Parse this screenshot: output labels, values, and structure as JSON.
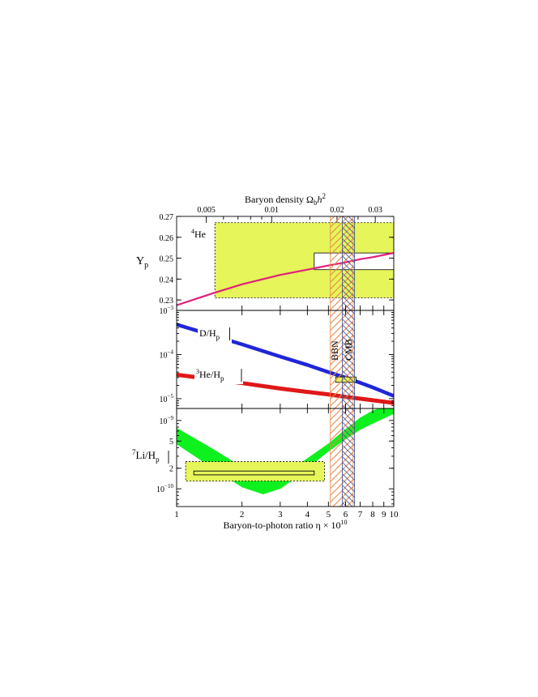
{
  "chart_data": {
    "type": "line",
    "x_axis": {
      "label_prefix": "Baryon-to-photon ratio η × 10",
      "label_exp": "10",
      "scale": "log",
      "range": [
        1,
        10
      ],
      "ticks": [
        {
          "v": 1,
          "label": "1"
        },
        {
          "v": 2,
          "label": "2"
        },
        {
          "v": 3,
          "label": "3"
        },
        {
          "v": 4,
          "label": "4"
        },
        {
          "v": 5,
          "label": "5"
        },
        {
          "v": 6,
          "label": "6"
        },
        {
          "v": 7,
          "label": "7"
        },
        {
          "v": 8,
          "label": "8"
        },
        {
          "v": 9,
          "label": "9"
        },
        {
          "v": 10,
          "label": "10"
        }
      ]
    },
    "top_axis": {
      "label_prefix": "Baryon density Ω",
      "label_sub": "b",
      "label_h": "h",
      "label_sup": "2",
      "ticks": [
        {
          "v": 0.005,
          "label": "0.005"
        },
        {
          "v": 0.01,
          "label": "0.01"
        },
        {
          "v": 0.02,
          "label": "0.02"
        },
        {
          "v": 0.03,
          "label": "0.03"
        }
      ],
      "minor": [
        0.006,
        0.007,
        0.008,
        0.009,
        0.015,
        0.025
      ]
    },
    "vertical_bands": [
      {
        "name": "BBN",
        "range": [
          5.1,
          6.5
        ],
        "color": "#e8884a"
      },
      {
        "name": "CMB",
        "range": [
          5.8,
          6.6
        ],
        "color": "#3a4b8f"
      }
    ],
    "panels": [
      {
        "id": "helium4",
        "ylabel": "Y",
        "ylabel_sub": "p",
        "scale": "linear",
        "ylim": [
          0.225,
          0.27
        ],
        "yticks": [
          {
            "v": 0.23,
            "label": "0.23"
          },
          {
            "v": 0.24,
            "label": "0.24"
          },
          {
            "v": 0.25,
            "label": "0.25"
          },
          {
            "v": 0.26,
            "label": "0.26"
          },
          {
            "v": 0.27,
            "label": "0.27"
          }
        ],
        "ytick_step": 0.01,
        "label_mass": "4",
        "label_elem": "He",
        "observation_box": {
          "x": [
            1.5,
            10
          ],
          "y": [
            0.231,
            0.267
          ],
          "color": "#e6f55a"
        },
        "observation_inner_box": {
          "x": [
            4.3,
            10
          ],
          "y": [
            0.2445,
            0.2525
          ]
        },
        "series": [
          {
            "color": "#e0207a",
            "x": [
              1,
              1.5,
              2,
              3,
              4,
              5,
              6,
              7,
              8,
              10
            ],
            "y": [
              0.2275,
              0.2335,
              0.2375,
              0.242,
              0.2445,
              0.2465,
              0.248,
              0.2495,
              0.2505,
              0.2525
            ]
          }
        ]
      },
      {
        "id": "deuterium-helium3",
        "scale": "log",
        "ylim": [
          6e-06,
          0.001
        ],
        "yticks": [
          {
            "v": 0.001,
            "base": "10",
            "exp": "−3"
          },
          {
            "v": 0.0001,
            "base": "10",
            "exp": "−4"
          },
          {
            "v": 1e-05,
            "base": "10",
            "exp": "−5"
          }
        ],
        "series": [
          {
            "name_main": "D/H",
            "name_sub": "p",
            "color": "#1f26d8",
            "x": [
              1,
              2,
              3,
              4,
              5,
              6,
              7,
              8,
              10
            ],
            "y": [
              0.00048,
              0.00017,
              9e-05,
              5.8e-05,
              4e-05,
              3e-05,
              2.3e-05,
              1.8e-05,
              1.15e-05
            ]
          },
          {
            "name_mass": "3",
            "name_main": "He/H",
            "name_sub": "p",
            "color": "#e01818",
            "x": [
              1,
              2,
              3,
              4,
              5,
              6,
              7,
              8,
              10
            ],
            "y": [
              3.5e-05,
              2.25e-05,
              1.7e-05,
              1.42e-05,
              1.25e-05,
              1.1e-05,
              1e-05,
              9.2e-06,
              8e-06
            ]
          }
        ],
        "observation_box": {
          "x": [
            5.4,
            6.7
          ],
          "y": [
            2.35e-05,
            3.1e-05
          ],
          "color": "#e6f55a"
        }
      },
      {
        "id": "lithium7",
        "ylabel_mass": "7",
        "ylabel_main": "Li/H",
        "ylabel_sub": "p",
        "scale": "log",
        "ylim": [
          5.5e-11,
          1.5e-09
        ],
        "yticks": [
          {
            "v": 1e-09,
            "base": "10",
            "exp": "−9"
          },
          {
            "v": 5e-10,
            "label": "5"
          },
          {
            "v": 2e-10,
            "label": "2"
          },
          {
            "v": 1e-10,
            "base": "10",
            "exp": "−10"
          }
        ],
        "band": {
          "color": "#0ff01f",
          "x": [
            1,
            1.5,
            2,
            2.5,
            3,
            3.5,
            4,
            5,
            6,
            7,
            8,
            10
          ],
          "y_low": [
            4.5e-10,
            1.9e-10,
            1.05e-10,
            8.3e-11,
            1e-10,
            1.4e-10,
            2e-10,
            3.5e-10,
            5.3e-10,
            7.3e-10,
            9e-10,
            1.25e-09
          ],
          "y_high": [
            7.8e-10,
            3.7e-10,
            2.1e-10,
            1.6e-10,
            1.7e-10,
            2.1e-10,
            2.8e-10,
            4.6e-10,
            7.5e-10,
            1.1e-09,
            1.4e-09,
            1.8e-09
          ]
        },
        "observation_box": {
          "x": [
            1.1,
            4.8
          ],
          "y": [
            1.3e-10,
            2.5e-10
          ],
          "color": "#e6f55a"
        },
        "observation_inner_box": {
          "x": [
            1.2,
            4.3
          ],
          "y": [
            1.6e-10,
            1.82e-10
          ]
        }
      }
    ]
  }
}
